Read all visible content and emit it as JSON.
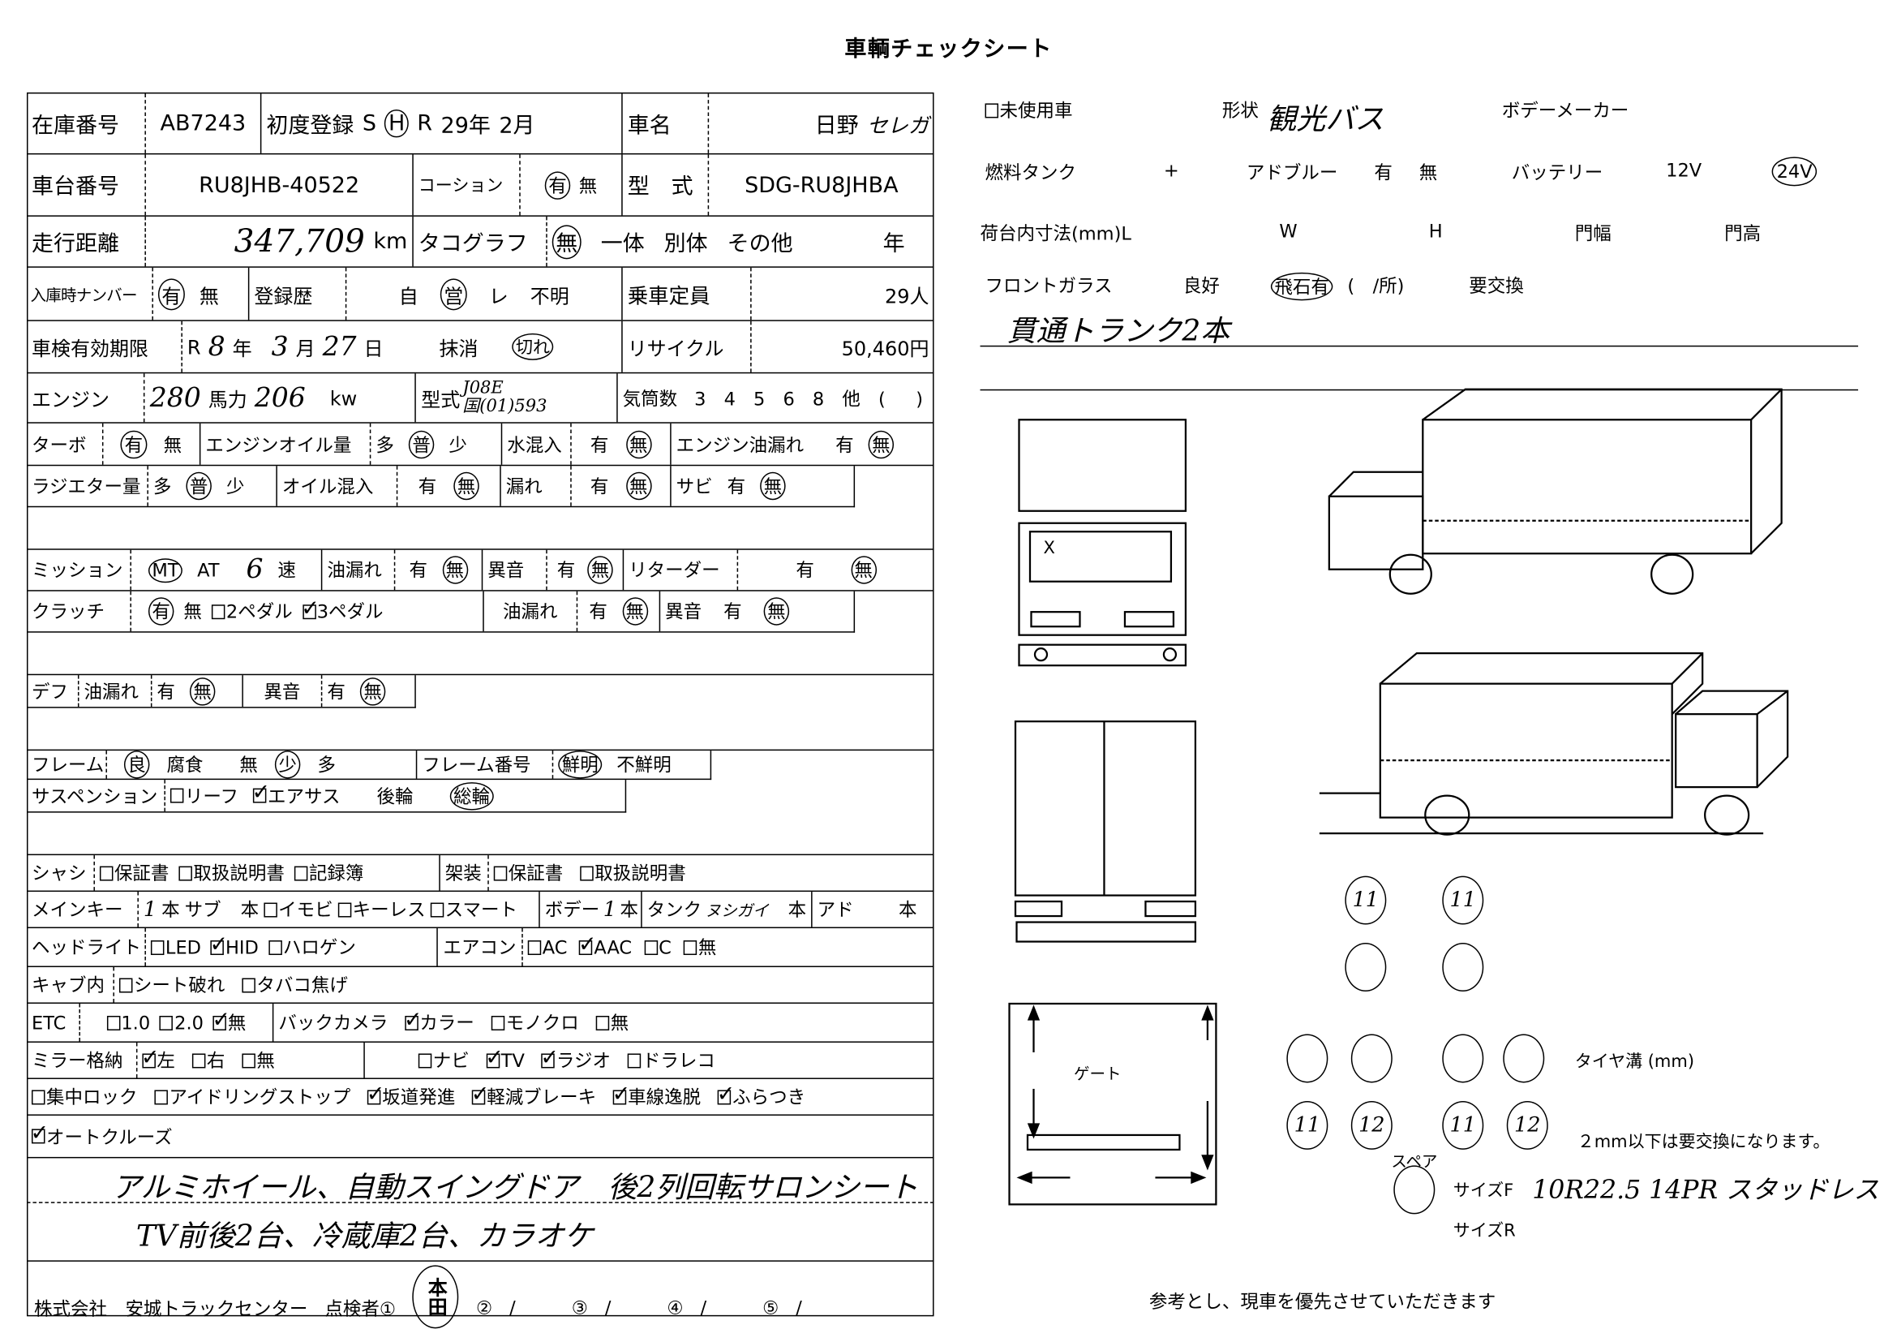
{
  "title": "車輌チェックシート",
  "basic": {
    "stock_no_label": "在庫番号",
    "stock_no": "AB7243",
    "first_reg_label": "初度登録",
    "era_options": [
      "S",
      "H",
      "R"
    ],
    "era_selected": "H",
    "first_reg_year": "29年",
    "first_reg_month": "2月",
    "car_name_label": "車名",
    "car_name": "日野",
    "car_name_hand": "セレガ",
    "chassis_no_label": "車台番号",
    "chassis_no": "RU8JHB-40522",
    "caution_label": "コーション",
    "caution_options": [
      "有",
      "無"
    ],
    "caution_selected": "有",
    "model_label": "型　式",
    "model": "SDG-RU8JHBA",
    "mileage_label": "走行距離",
    "mileage": "347,709",
    "mileage_unit": "km",
    "tacho_label": "タコグラフ",
    "tacho_options": [
      "無",
      "一体",
      "別体",
      "その他"
    ],
    "tacho_selected": "無",
    "tacho_year": "年",
    "plate_label": "入庫時ナンバー",
    "plate_options": [
      "有",
      "無"
    ],
    "plate_selected": "有",
    "reg_history_label": "登録歴",
    "reg_history_options": [
      "自",
      "営",
      "レ",
      "不明"
    ],
    "reg_history_selected": "営",
    "capacity_label": "乗車定員",
    "capacity": "29人",
    "inspection_label": "車検有効期限",
    "inspection_era": "R",
    "inspection_year": "8",
    "year_unit": "年",
    "inspection_month": "3",
    "month_unit": "月",
    "inspection_day": "27",
    "day_unit": "日",
    "cancel_label": "抹消",
    "cancel_value": "切れ",
    "cancel_selected": "切れ",
    "recycle_label": "リサイクル",
    "recycle": "50,460円",
    "engine_label": "エンジン",
    "hp": "280",
    "hp_unit": "馬力",
    "kw": "206",
    "kw_unit": "kw",
    "engine_model_label": "型式",
    "engine_model": "J08E",
    "engine_model2": "国(01)593",
    "cyl_label": "気筒数",
    "cyl_options": "3 4 5 6 8 他 (　)"
  },
  "checks": {
    "turbo": {
      "label": "ターボ",
      "options": [
        "有",
        "無"
      ],
      "selected": "有"
    },
    "oil_level": {
      "label": "エンジンオイル量",
      "options": [
        "多",
        "普",
        "少"
      ],
      "selected": "普"
    },
    "water_mix": {
      "label": "水混入",
      "options": [
        "有",
        "無"
      ],
      "selected": "無"
    },
    "engine_leak": {
      "label": "エンジン油漏れ",
      "options": [
        "有",
        "無"
      ],
      "selected": "無"
    },
    "radiator": {
      "label": "ラジエター量",
      "options": [
        "多",
        "普",
        "少"
      ],
      "selected": "普"
    },
    "oil_mix": {
      "label": "オイル混入",
      "options": [
        "有",
        "無"
      ],
      "selected": "無"
    },
    "leak": {
      "label": "漏れ",
      "options": [
        "有",
        "無"
      ],
      "selected": "無"
    },
    "rust": {
      "label": "サビ",
      "options": [
        "有",
        "無"
      ],
      "selected": "無"
    },
    "mission": {
      "label": "ミッション",
      "options": [
        "MT",
        "AT"
      ],
      "selected": "MT",
      "speeds": "6",
      "speed_unit": "速"
    },
    "mission_leak": {
      "label": "油漏れ",
      "options": [
        "有",
        "無"
      ],
      "selected": "無"
    },
    "mission_noise": {
      "label": "異音",
      "options": [
        "有",
        "無"
      ],
      "selected": "無"
    },
    "retarder": {
      "label": "リターダー",
      "options": [
        "有",
        "無"
      ],
      "selected": "無"
    },
    "clutch": {
      "label": "クラッチ",
      "options": [
        "有",
        "無"
      ],
      "selected": "有",
      "pedal2": "2ペダル",
      "pedal2_checked": false,
      "pedal3": "3ペダル",
      "pedal3_checked": true
    },
    "clutch_leak": {
      "label": "油漏れ",
      "options": [
        "有",
        "無"
      ],
      "selected": "無"
    },
    "clutch_noise": {
      "label": "異音",
      "options": [
        "有",
        "無"
      ],
      "selected": "無"
    },
    "diff": {
      "label": "デフ",
      "leak_label": "油漏れ",
      "leak_options": [
        "有",
        "無"
      ],
      "leak_selected": "無",
      "noise_label": "異音",
      "noise_options": [
        "有",
        "無"
      ],
      "noise_selected": "無"
    },
    "frame": {
      "label": "フレーム",
      "options": [
        "良"
      ],
      "selected": "良",
      "corrosion_label": "腐食",
      "corrosion_options": [
        "無",
        "少",
        "多"
      ],
      "corrosion_selected": "少"
    },
    "frame_no": {
      "label": "フレーム番号",
      "options": [
        "鮮明",
        "不鮮明"
      ],
      "selected": "鮮明"
    },
    "suspension": {
      "label": "サスペンション",
      "leaf": "リーフ",
      "leaf_checked": false,
      "air": "エアサス",
      "air_checked": true,
      "options": [
        "後輪",
        "総輪"
      ],
      "selected": "総輪"
    }
  },
  "equipment": {
    "chassis": {
      "label": "シャシ",
      "items": [
        {
          "label": "保証書",
          "checked": false
        },
        {
          "label": "取扱説明書",
          "checked": false
        },
        {
          "label": "記録簿",
          "checked": false
        }
      ]
    },
    "body": {
      "label": "架装",
      "items": [
        {
          "label": "保証書",
          "checked": false
        },
        {
          "label": "取扱説明書",
          "checked": false
        }
      ]
    },
    "main_key": {
      "label": "メインキー",
      "count": "1",
      "unit": "本",
      "sub_label": "サブ",
      "sub_unit": "本",
      "items": [
        {
          "label": "イモビ",
          "checked": false
        },
        {
          "label": "キーレス",
          "checked": false
        },
        {
          "label": "スマート",
          "checked": false
        }
      ]
    },
    "body_key": {
      "label": "ボデー",
      "count": "1",
      "unit": "本"
    },
    "tank_key": {
      "label": "タンク",
      "hand": "ヌシガイ",
      "unit": "本"
    },
    "ad_key": {
      "label": "アド",
      "unit": "本"
    },
    "headlight": {
      "label": "ヘッドライト",
      "items": [
        {
          "label": "LED",
          "checked": false
        },
        {
          "label": "HID",
          "checked": true
        },
        {
          "label": "ハロゲン",
          "checked": false
        }
      ]
    },
    "aircon": {
      "label": "エアコン",
      "items": [
        {
          "label": "AC",
          "checked": false
        },
        {
          "label": "AAC",
          "checked": true
        },
        {
          "label": "C",
          "checked": false
        },
        {
          "label": "無",
          "checked": false
        }
      ]
    },
    "cab": {
      "label": "キャブ内",
      "items": [
        {
          "label": "シート破れ",
          "checked": false
        },
        {
          "label": "タバコ焦げ",
          "checked": false
        }
      ]
    },
    "etc": {
      "label": "ETC",
      "items": [
        {
          "label": "1.0",
          "checked": false
        },
        {
          "label": "2.0",
          "checked": false
        },
        {
          "label": "無",
          "checked": true
        }
      ]
    },
    "back_camera": {
      "label": "バックカメラ",
      "items": [
        {
          "label": "カラー",
          "checked": true
        },
        {
          "label": "モノクロ",
          "checked": false
        },
        {
          "label": "無",
          "checked": false
        }
      ]
    },
    "mirror": {
      "label": "ミラー格納",
      "items": [
        {
          "label": "左",
          "checked": true
        },
        {
          "label": "右",
          "checked": false
        },
        {
          "label": "無",
          "checked": false
        }
      ]
    },
    "av": {
      "items": [
        {
          "label": "ナビ",
          "checked": false
        },
        {
          "label": "TV",
          "checked": true
        },
        {
          "label": "ラジオ",
          "checked": true
        },
        {
          "label": "ドラレコ",
          "checked": false
        }
      ]
    },
    "safety": {
      "items": [
        {
          "label": "集中ロック",
          "checked": false
        },
        {
          "label": "アイドリングストップ",
          "checked": false
        },
        {
          "label": "坂道発進",
          "checked": true
        },
        {
          "label": "軽減ブレーキ",
          "checked": true
        },
        {
          "label": "車線逸脱",
          "checked": true
        },
        {
          "label": "ふらつき",
          "checked": true
        }
      ]
    },
    "cruise": {
      "label": "オートクルーズ",
      "checked": true
    }
  },
  "notes": [
    "アルミホイール、自動スイングドア　後2列回転サロンシート",
    "TV前後2台、冷蔵庫2台、カラオケ"
  ],
  "footer": {
    "company": "株式会社　安城トラックセンター",
    "inspector_label": "点検者①",
    "stamp": "本田",
    "slots": [
      "②",
      "③",
      "④",
      "⑤"
    ],
    "slash": "/"
  },
  "right": {
    "unused_label": "未使用車",
    "unused_checked": false,
    "shape_label": "形状",
    "shape": "観光バス",
    "body_maker_label": "ボデーメーカー",
    "fuel_tank_label": "燃料タンク",
    "fuel_tank_sep": "+",
    "adblue_label": "アドブルー",
    "adblue_options": [
      "有",
      "無"
    ],
    "battery_label": "バッテリー",
    "battery_options": [
      "12V",
      "24V"
    ],
    "battery_selected": "24V",
    "bed_label": "荷台内寸法(mm)L",
    "bed_w": "W",
    "bed_h": "H",
    "gate_width": "門幅",
    "gate_height": "門高",
    "windshield_label": "フロントガラス",
    "windshield_options": [
      "良好",
      "飛石有"
    ],
    "windshield_selected": "飛石有",
    "windshield_count": "(　/所)",
    "windshield_replace": "要交換",
    "hand_note": "貫通トランク2本"
  },
  "diagram": {
    "cab_mark": "X",
    "gate_label": "ゲート"
  },
  "tires": {
    "front": [
      "11",
      "11",
      "",
      ""
    ],
    "rear": [
      "",
      "",
      "",
      "",
      "11",
      "12",
      "11",
      "12"
    ],
    "spare_label": "スペア",
    "spare": "",
    "tread_label": "タイヤ溝 (mm)",
    "warning": "２mm以下は要交換になります。",
    "size_f_label": "サイズF",
    "size_f": "10R22.5 14PR スタッドレス",
    "size_r_label": "サイズR",
    "size_r": ""
  },
  "disclaimer": "参考とし、現車を優先させていただきます"
}
